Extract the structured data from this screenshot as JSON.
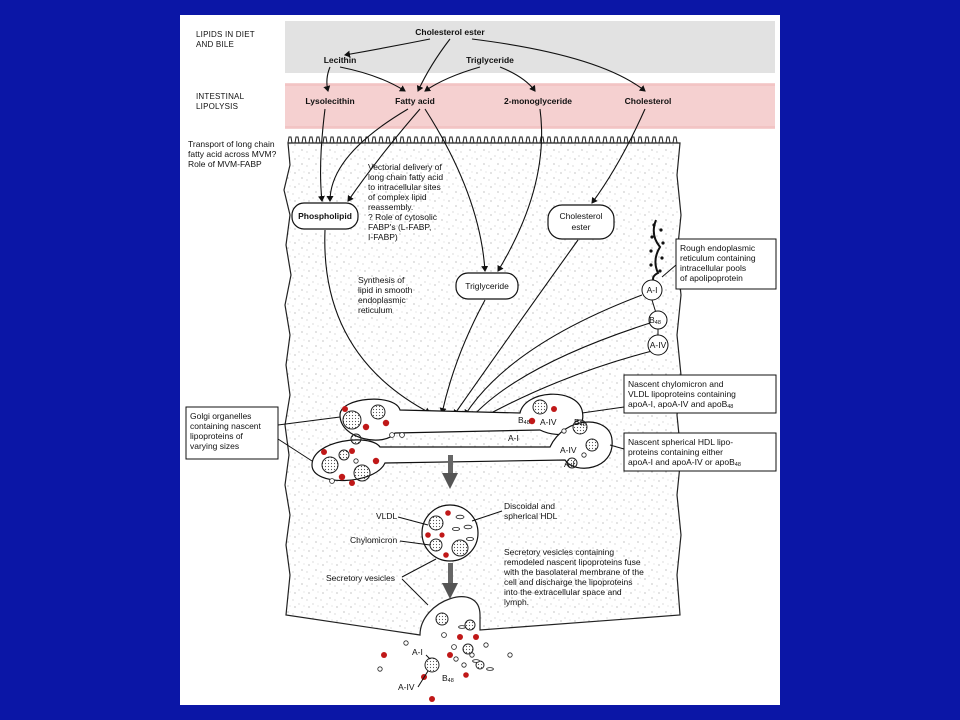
{
  "sections": {
    "diet_line1": "LIPIDS IN DIET",
    "diet_line2": "AND BILE",
    "lipolysis_line1": "INTESTINAL",
    "lipolysis_line2": "LIPOLYSIS"
  },
  "diet": {
    "cholesterol_ester": "Cholesterol ester",
    "lecithin": "Lecithin",
    "triglyceride": "Triglyceride"
  },
  "lipolysis": {
    "lysolecithin": "Lysolecithin",
    "fatty_acid": "Fatty acid",
    "monoglyceride": "2-monoglyceride",
    "cholesterol": "Cholesterol"
  },
  "transport_note": [
    "Transport of long chain",
    "fatty acid across MVM?",
    "Role of MVM-FABP"
  ],
  "vectorial_note": [
    "Vectorial delivery of",
    "long chain fatty acid",
    "to intracellular sites",
    "of complex lipid",
    "reassembly.",
    "? Role of cytosolic",
    "FABP's (L-FABP,",
    "I-FABP)"
  ],
  "synthesis_note": [
    "Synthesis of",
    "lipid in smooth",
    "endoplasmic",
    "reticulum"
  ],
  "products": {
    "phospholipid": "Phospholipid",
    "cholesterol_ester_line1": "Cholesterol",
    "cholesterol_ester_line2": "ester",
    "triglyceride": "Triglyceride"
  },
  "rer_box": [
    "Rough endoplasmic",
    "reticulum containing",
    "intracellular pools",
    "of apolipoprotein"
  ],
  "apolipoproteins": {
    "a1": "A-I",
    "b48": "B",
    "b48_sub": "48",
    "a4": "A-IV"
  },
  "nascent_chylo_box": [
    "Nascent chylomicron and",
    "VLDL lipoproteins containing",
    "apoA-I, apoA-IV and apoB"
  ],
  "nascent_chylo_sub": "48",
  "nascent_hdl_box": [
    "Nascent spherical HDL lipo-",
    "proteins containing either",
    "apoA-I and apoA-IV or apoB"
  ],
  "nascent_hdl_sub": "48",
  "golgi_box": [
    "Golgi organelles",
    "containing nascent",
    "lipoproteins of",
    "varying sizes"
  ],
  "vesicle_labels": {
    "vldl": "VLDL",
    "chylomicron": "Chylomicron",
    "secretory_vesicles": "Secretory vesicles",
    "hdl_line1": "Discoidal and",
    "hdl_line2": "spherical HDL"
  },
  "secretory_note": [
    "Secretory vesicles containing",
    "remodeled nascent lipoproteins fuse",
    "with the basolateral membrane of the",
    "cell and discharge the lipoproteins",
    "into the extracellular space and",
    "lymph."
  ],
  "colors": {
    "background": "#0b16a6",
    "diet_band": "#e2e2e2",
    "lipolysis_band": "#f5d0d0",
    "red_dot": "#c01818"
  }
}
